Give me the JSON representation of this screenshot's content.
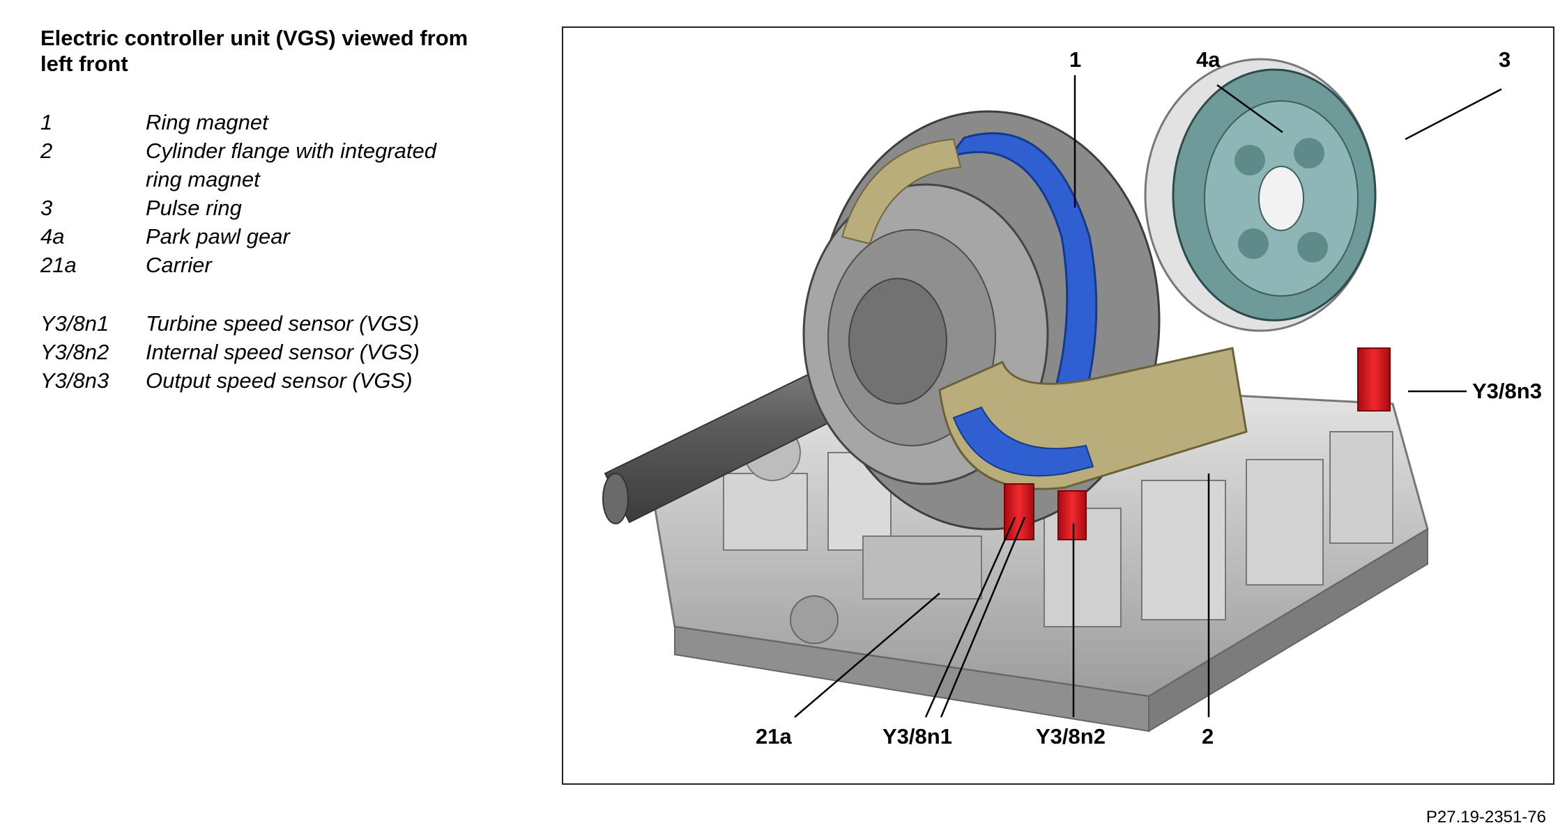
{
  "document": {
    "title": "Electric controller unit (VGS) viewed from left front",
    "legend": [
      {
        "code": "1",
        "desc": "Ring magnet"
      },
      {
        "code": "2",
        "desc": "Cylinder flange with integrated ring magnet"
      },
      {
        "code": "3",
        "desc": "Pulse ring"
      },
      {
        "code": "4a",
        "desc": "Park pawl gear"
      },
      {
        "code": "21a",
        "desc": "Carrier"
      },
      {
        "code": "Y3/8n1",
        "desc": "Turbine speed sensor (VGS)"
      },
      {
        "code": "Y3/8n2",
        "desc": "Internal speed sensor (VGS)"
      },
      {
        "code": "Y3/8n3",
        "desc": "Output speed sensor (VGS)"
      }
    ],
    "figure_ref": "P27.19-2351-76"
  },
  "figure": {
    "callouts": {
      "c1": "1",
      "c4a": "4a",
      "c3": "3",
      "y3n3": "Y3/8n3",
      "c21a": "21a",
      "y3n1": "Y3/8n1",
      "y3n2": "Y3/8n2",
      "c2": "2"
    },
    "colors": {
      "ring_magnet": "#2f5fd0",
      "sensor": "#e0141c",
      "housing": "#c8c8c8",
      "pulse_ring": "#6f9a9a",
      "flange": "#b9ad7c"
    }
  }
}
